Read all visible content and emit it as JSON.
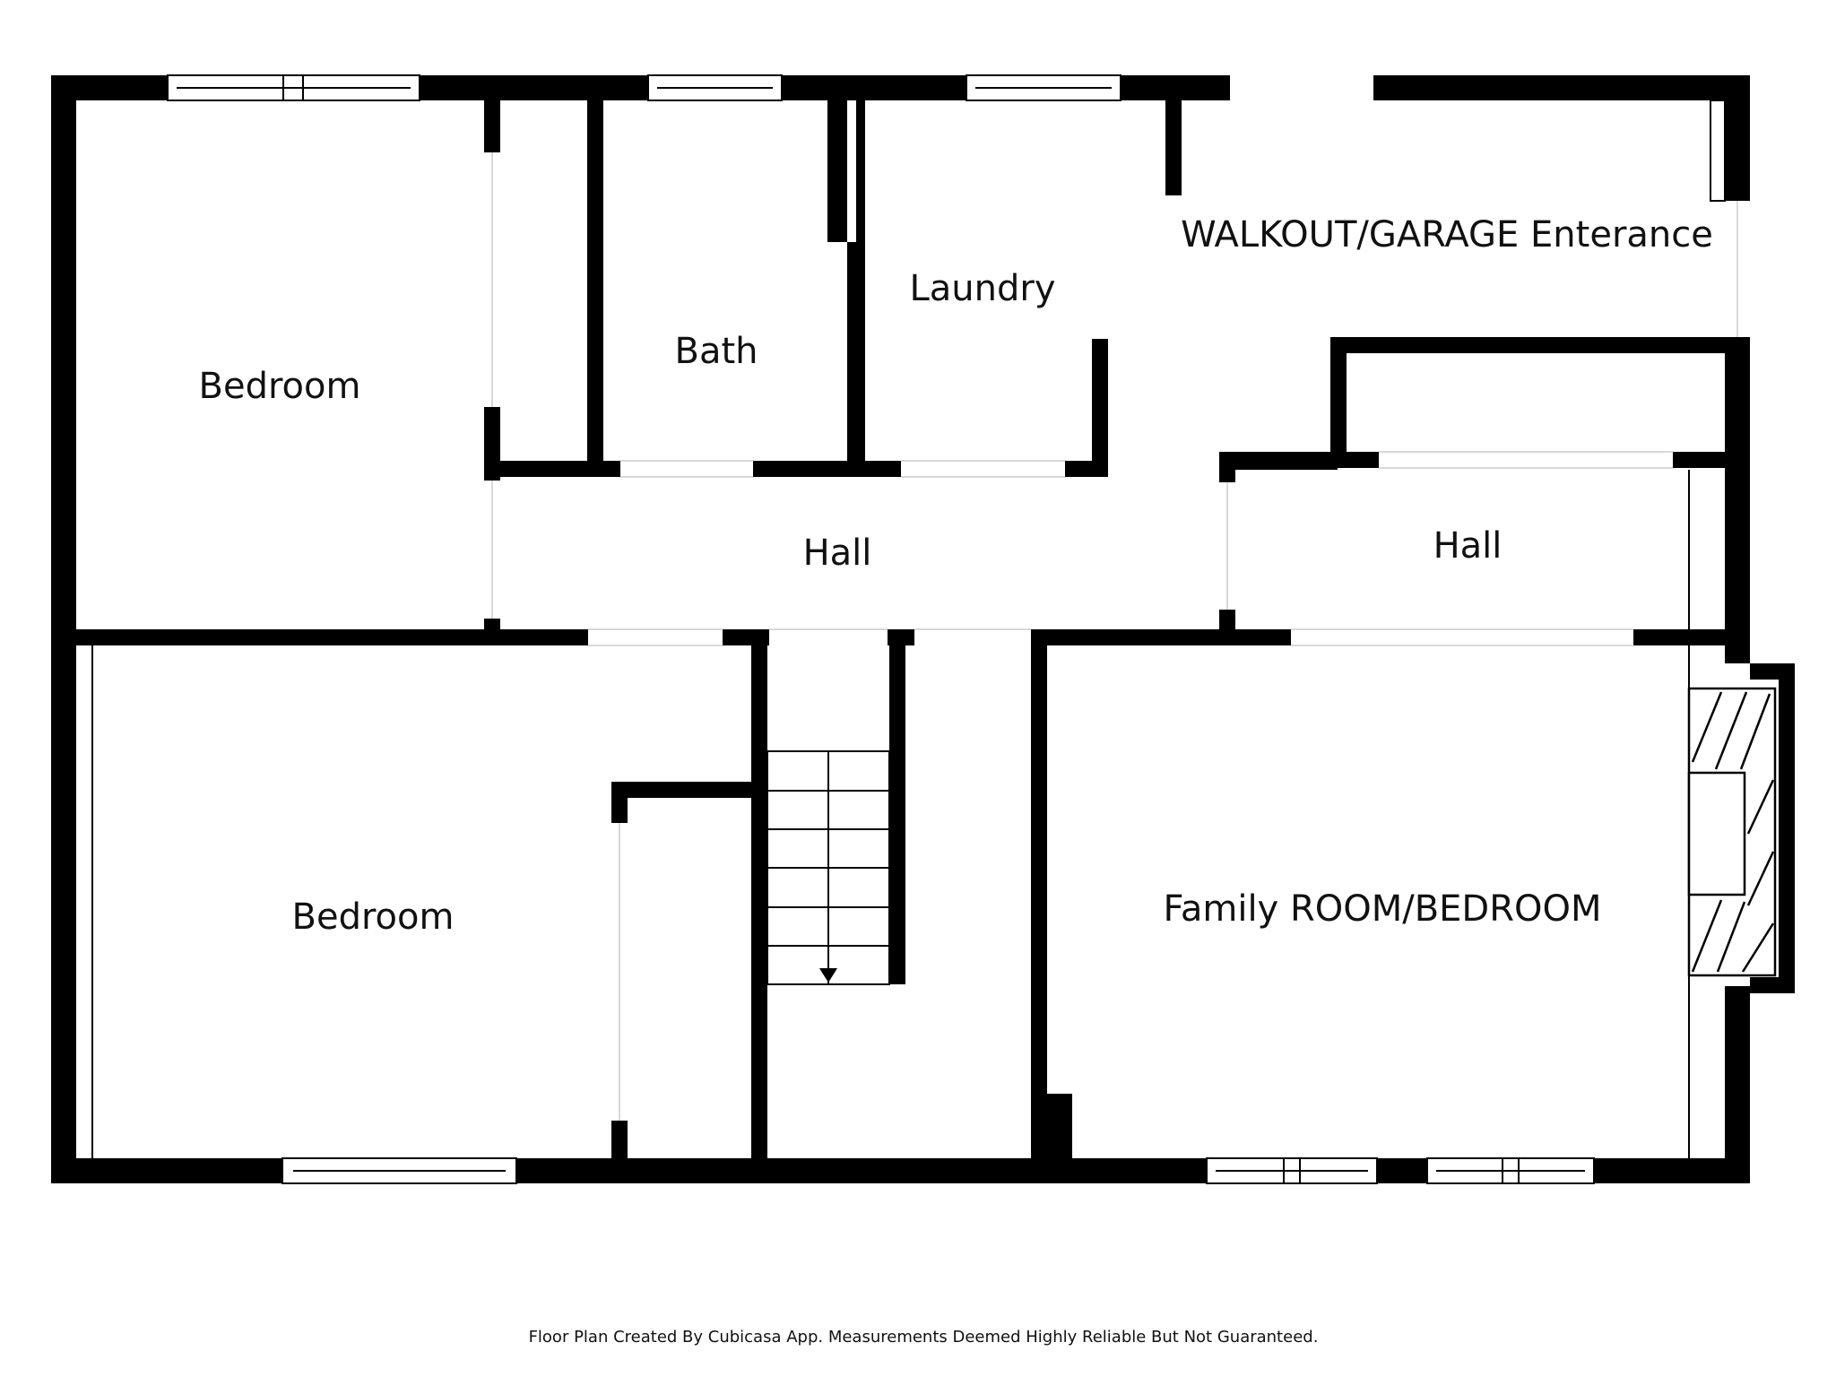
{
  "rooms": {
    "bedroom_upper": "Bedroom",
    "bath": "Bath",
    "laundry": "Laundry",
    "walkout": "WALKOUT/GARAGE Enterance",
    "hall_center": "Hall",
    "hall_right": "Hall",
    "bedroom_lower": "Bedroom",
    "family_room": "Family ROOM/BEDROOM"
  },
  "footer": "Floor Plan Created By Cubicasa App. Measurements Deemed Highly Reliable But Not Guaranteed.",
  "colors": {
    "wall": "#000000",
    "background": "#ffffff",
    "window_line": "#000000"
  }
}
